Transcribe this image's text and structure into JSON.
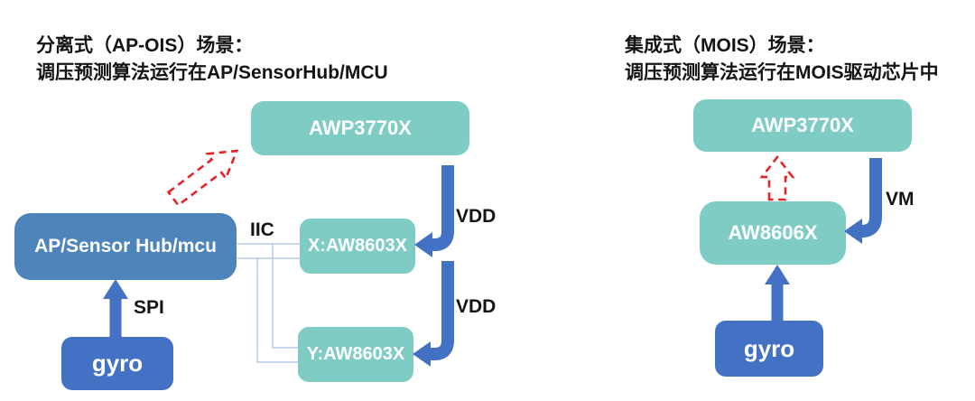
{
  "colors": {
    "teal_box": "#7eccc4",
    "ap_box_blue": "#4d84bb",
    "arrow_blue": "#4372c4",
    "red_dashed": "#e62325",
    "iic_bus_line": "#b7c9e8",
    "title_text": "#141414",
    "box_text": "#ffffff"
  },
  "left": {
    "title_line1": "分离式（AP-OIS）场景：",
    "title_line2": "调压预测算法运行在AP/SensorHub/MCU",
    "awp_label": "AWP3770X",
    "ap_label": "AP/Sensor Hub/mcu",
    "x_driver_label": "X:AW8603X",
    "y_driver_label": "Y:AW8603X",
    "gyro_label": "gyro",
    "iic_label": "IIC",
    "vdd_x_label": "VDD",
    "vdd_y_label": "VDD",
    "spi_label": "SPI"
  },
  "right": {
    "title_line1": "集成式（MOIS）场景：",
    "title_line2": "调压预测算法运行在MOIS驱动芯片中",
    "awp_label": "AWP3770X",
    "driver_label": "AW8606X",
    "gyro_label": "gyro",
    "vm_label": "VM"
  }
}
